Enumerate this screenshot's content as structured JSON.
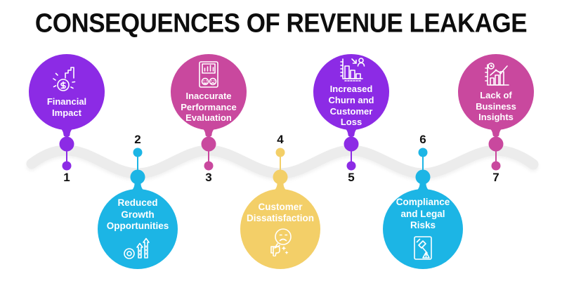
{
  "title": "CONSEQUENCES OF REVENUE LEAKAGE",
  "colors": {
    "purple": "#8C2BE5",
    "cyan": "#1CB5E5",
    "pink": "#C9489E",
    "yellow": "#F3CF68",
    "track": "#ECECEC",
    "text_dark": "#111111",
    "bubble_text": "#FFFFFF"
  },
  "steps": [
    {
      "number": "1",
      "label": "Financial Impact",
      "color": "purple",
      "position": "top",
      "icon": "financial-impact-icon"
    },
    {
      "number": "2",
      "label": "Reduced Growth Opportunities",
      "color": "cyan",
      "position": "bottom",
      "icon": "growth-arrows-coin-icon"
    },
    {
      "number": "3",
      "label": "Inaccurate Performance Evaluation",
      "color": "pink",
      "position": "top",
      "icon": "performance-report-icon"
    },
    {
      "number": "4",
      "label": "Customer Dissatisfaction",
      "color": "yellow",
      "position": "bottom",
      "icon": "sad-face-thumbs-down-icon"
    },
    {
      "number": "5",
      "label": "Increased Churn and Customer Loss",
      "color": "purple",
      "position": "top",
      "icon": "churn-chart-person-icon"
    },
    {
      "number": "6",
      "label": "Compliance and Legal Risks",
      "color": "cyan",
      "position": "bottom",
      "icon": "gavel-document-icon"
    },
    {
      "number": "7",
      "label": "Lack of Business Insights",
      "color": "pink",
      "position": "top",
      "icon": "insights-chart-clock-icon"
    }
  ]
}
